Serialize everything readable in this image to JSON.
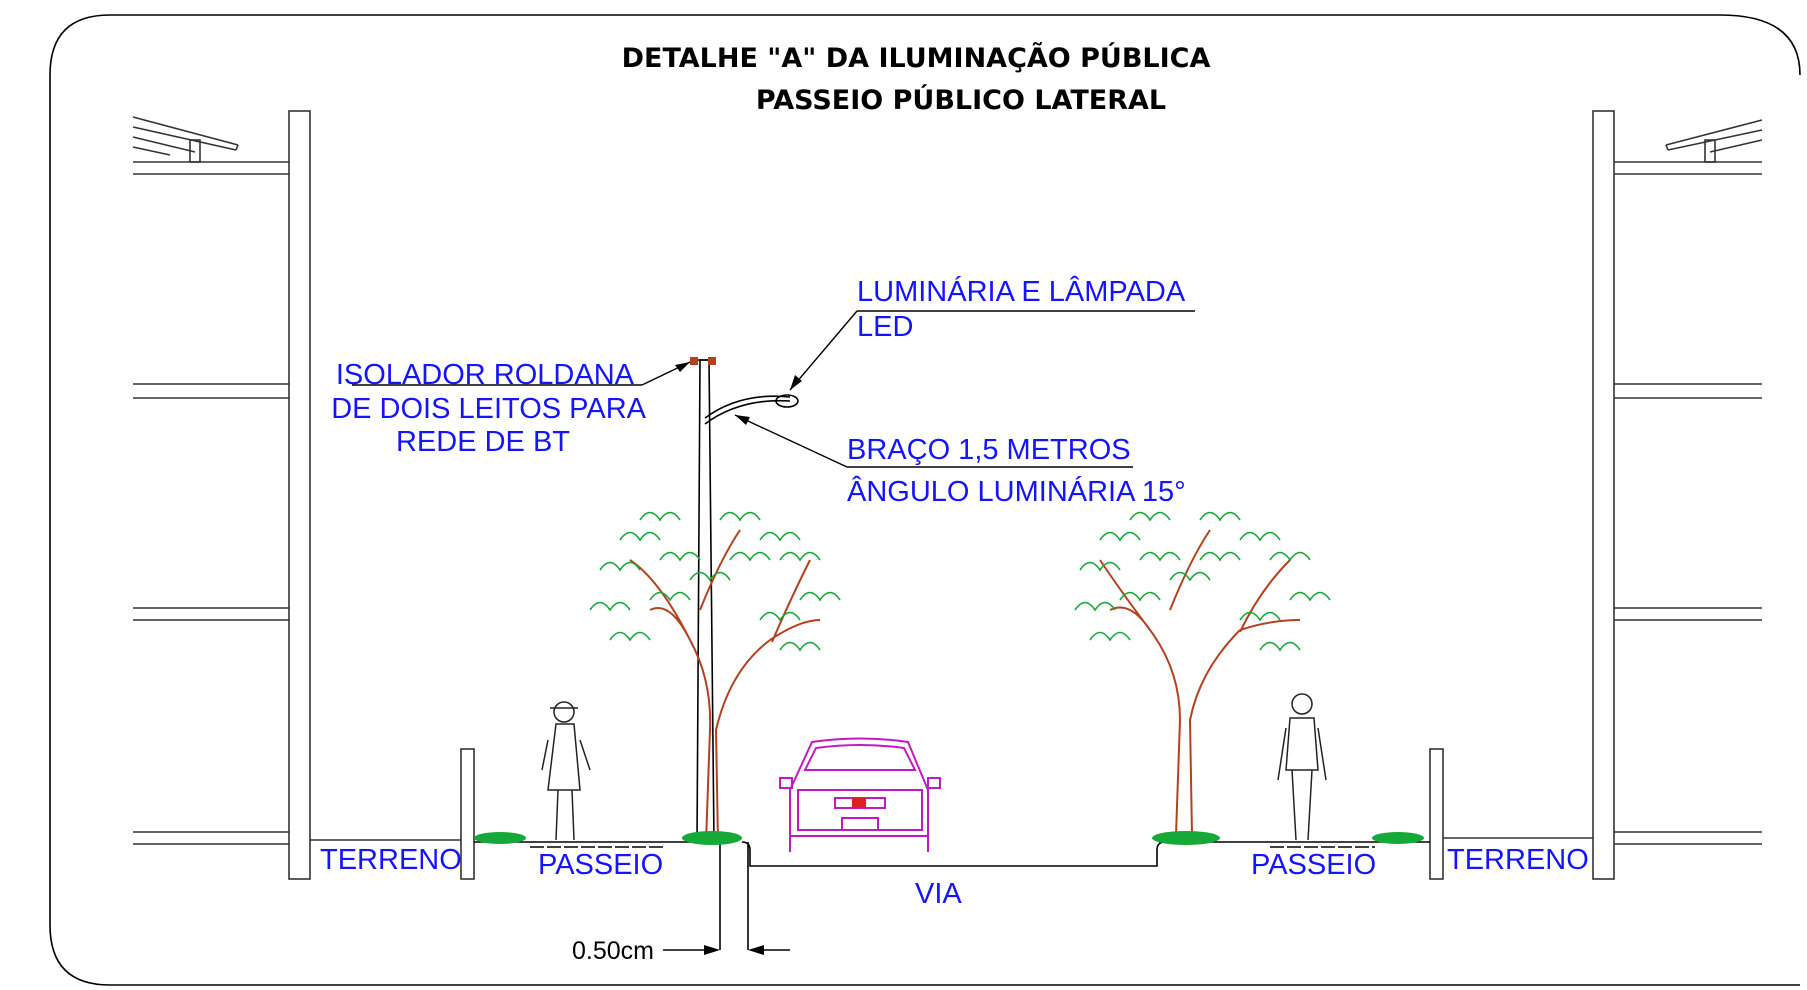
{
  "title": {
    "line1": "DETALHE \"A\" DA ILUMINAÇÃO PÚBLICA",
    "line2": "PASSEIO PÚBLICO LATERAL"
  },
  "labels": {
    "luminaria": {
      "line1": "LUMINÁRIA E LÂMPADA",
      "line2": "LED"
    },
    "isolador": {
      "line1": "ISOLADOR ROLDANA",
      "line2": "DE DOIS LEITOS PARA",
      "line3": "REDE DE BT"
    },
    "braco": {
      "line1": "BRAÇO 1,5 METROS",
      "line2": "ÂNGULO LUMINÁRIA 15°"
    },
    "terreno_left": "TERRENO",
    "terreno_right": "TERRENO",
    "passeio_left": "PASSEIO",
    "passeio_right": "PASSEIO",
    "via": "VIA",
    "dimension": "0.50cm"
  },
  "colors": {
    "label_text": "#1414ff",
    "tree_trunk": "#b4411e",
    "tree_leaves": "#17a83a",
    "car": "#c21ac2",
    "lines": "#000000"
  }
}
